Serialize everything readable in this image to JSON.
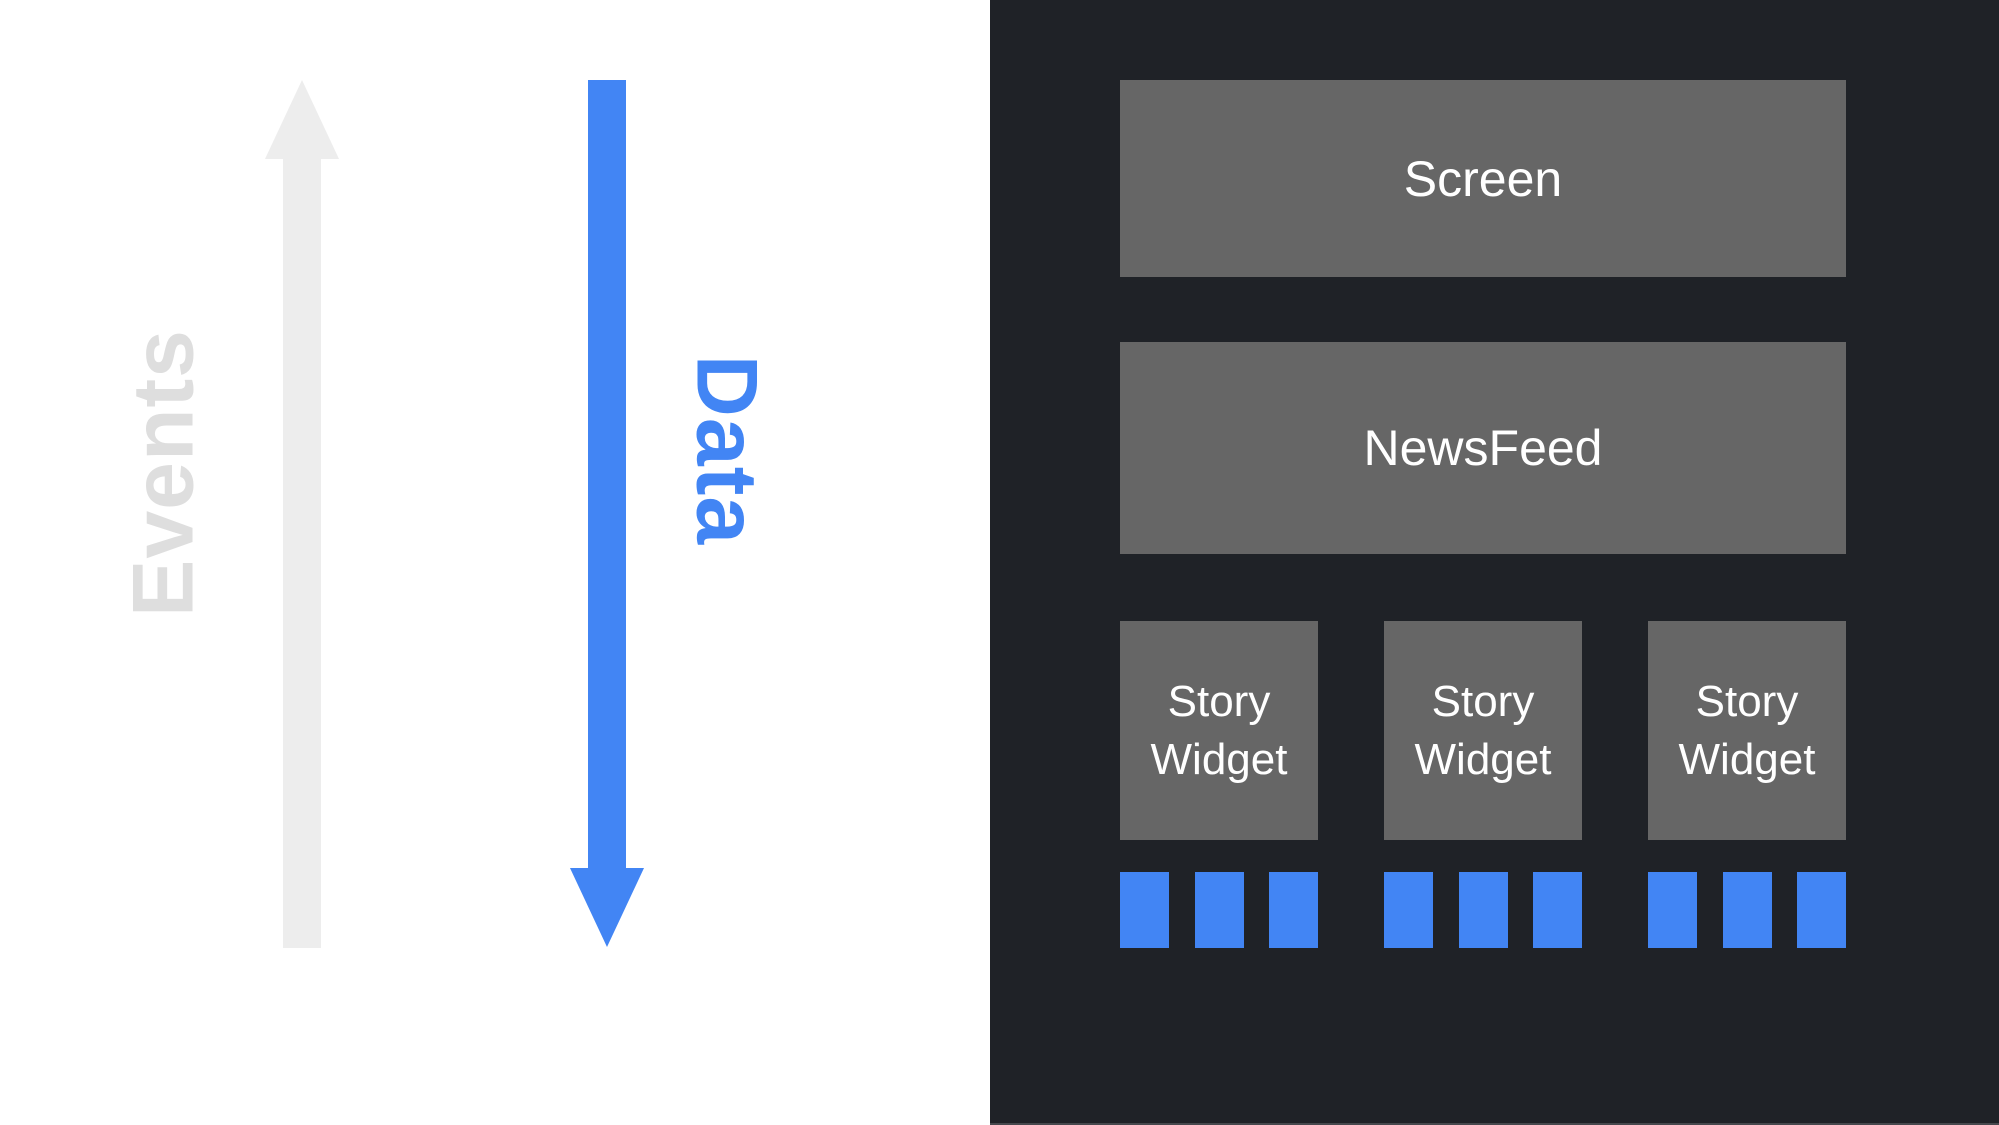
{
  "diagram": {
    "left_panel": {
      "events_label": "Events",
      "data_label": "Data"
    },
    "widget_tree": {
      "screen_label": "Screen",
      "newsfeed_label": "NewsFeed",
      "story_widgets": [
        {
          "line1": "Story",
          "line2": "Widget"
        },
        {
          "line1": "Story",
          "line2": "Widget"
        },
        {
          "line1": "Story",
          "line2": "Widget"
        }
      ],
      "data_squares_per_widget": 3
    },
    "colors": {
      "left_background": "#FFFFFF",
      "right_background": "#1F2227",
      "box_gray": "#666666",
      "arrow_gray": "#EDEDED",
      "events_text_gray": "#DEDEDE",
      "accent_blue": "#4285F4",
      "label_white": "#FFFFFF"
    }
  }
}
